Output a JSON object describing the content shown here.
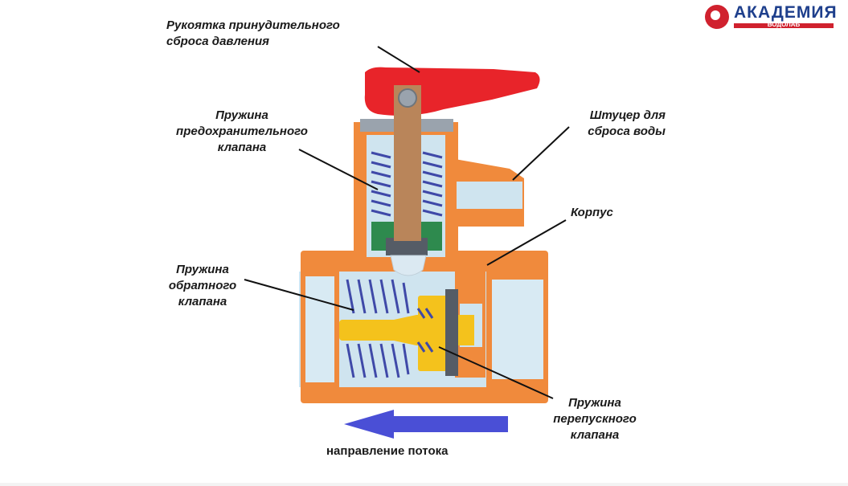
{
  "logo": {
    "name": "АКАДЕМИЯ",
    "sub": "ВОДОЛАБ"
  },
  "labels": {
    "handle": [
      "Рукоятка принудительного",
      "сброса давления"
    ],
    "safety_spring": [
      "Пружина",
      "предохранительного",
      "клапана"
    ],
    "drain_fitting": [
      "Штуцер для",
      "сброса воды"
    ],
    "body": "Корпус",
    "check_spring": [
      "Пружина",
      "обратного",
      "клапана"
    ],
    "bypass_spring": [
      "Пружина",
      "перепускного",
      "клапана"
    ],
    "flow_direction": "направление потока"
  },
  "colors": {
    "body": "#f08a3c",
    "body_dark": "#d8652a",
    "cavity": "#cfe4ef",
    "handle": "#e8242a",
    "stem": "#b9855a",
    "spring": "#3f49a8",
    "seal": "#2e8a4e",
    "poppet": "#f4c21c",
    "arrow": "#4a4fd6"
  }
}
